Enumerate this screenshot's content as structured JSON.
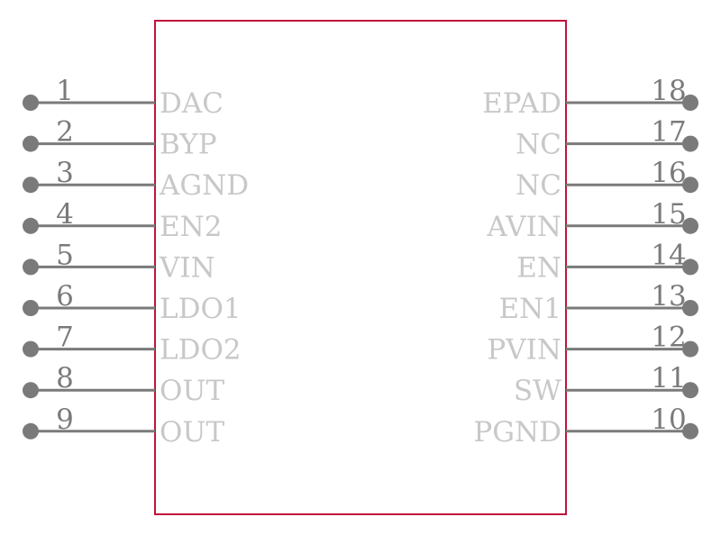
{
  "component": {
    "colors": {
      "outline": "#c0143c",
      "pin": "#7a7a7a",
      "pin_name": "#c8c8c8",
      "background": "#ffffff"
    },
    "left_pins": [
      {
        "number": "1",
        "name": "DAC"
      },
      {
        "number": "2",
        "name": "BYP"
      },
      {
        "number": "3",
        "name": "AGND"
      },
      {
        "number": "4",
        "name": "EN2"
      },
      {
        "number": "5",
        "name": "VIN"
      },
      {
        "number": "6",
        "name": "LDO1"
      },
      {
        "number": "7",
        "name": "LDO2"
      },
      {
        "number": "8",
        "name": "OUT"
      },
      {
        "number": "9",
        "name": "OUT"
      }
    ],
    "right_pins": [
      {
        "number": "18",
        "name": "EPAD"
      },
      {
        "number": "17",
        "name": "NC"
      },
      {
        "number": "16",
        "name": "NC"
      },
      {
        "number": "15",
        "name": "AVIN"
      },
      {
        "number": "14",
        "name": "EN"
      },
      {
        "number": "13",
        "name": "EN1"
      },
      {
        "number": "12",
        "name": "PVIN"
      },
      {
        "number": "11",
        "name": "SW"
      },
      {
        "number": "10",
        "name": "PGND"
      }
    ]
  }
}
